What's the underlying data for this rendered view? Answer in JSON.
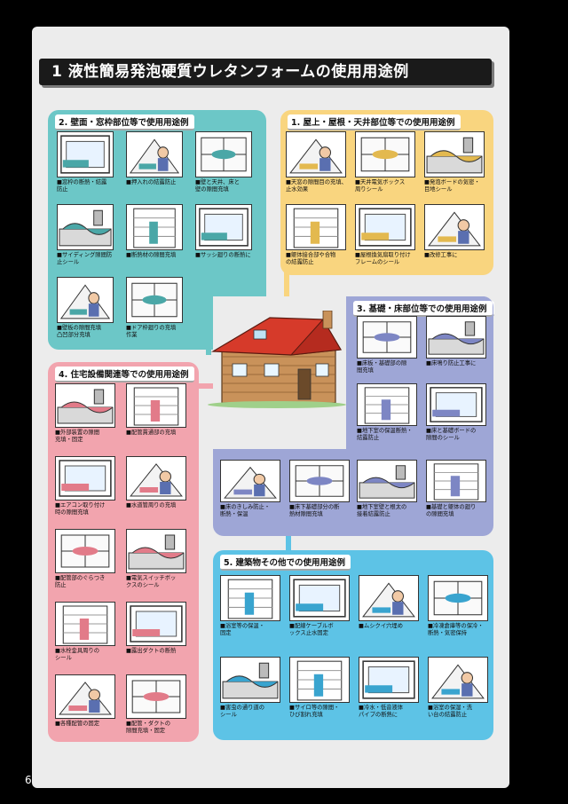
{
  "page": {
    "number": "6",
    "title": "1 液性簡易発泡硬質ウレタンフォームの使用用途例"
  },
  "colors": {
    "wall": "#6cc7c7",
    "roof": "#f9d57f",
    "floor": "#9ea6d6",
    "equipment": "#f2a4ae",
    "other": "#5dc3e6"
  },
  "sections": [
    {
      "id": "wall",
      "title": "2. 壁面・窓枠部位等で使用用途例",
      "items": [
        "■窓枠の断熱・結露\n防止",
        "■押入れの結露防止",
        "■壁と天井、床と\n壁の隙間充填",
        "■サイディング隙間防\n止シール",
        "■断熱材の隙間充填",
        "■サッシ廻りの断熱に",
        "■壁板の隙間充填\n凸凹部分充填",
        "■ドア枠廻りの充填\n作業"
      ]
    },
    {
      "id": "roof",
      "title": "1. 屋上・屋根・天井部位等での使用用途例",
      "items": [
        "■天窓の隙間目の充填、\n止水効果",
        "■天井電気ボックス\n周りシール",
        "■発泡ボードの気密・\n目地シール",
        "■躯体接合部や合物\nの結露防止",
        "■屋根換気扇取り付け\nフレームのシール",
        "■改修工事に"
      ]
    },
    {
      "id": "floor",
      "title": "3. 基礎・床部位等での使用用途例",
      "items": [
        "■床板・基礎部の隙\n間充填",
        "■床鳴り防止工事に",
        "■地下室の保温断熱・\n結露防止",
        "■床と基礎ボードの\n隙間のシール",
        "■床のきしみ防止・\n断熱・保温",
        "■床下基礎部分の断\n熱材隙間充填",
        "■地下室壁と根太の\n接着結露防止",
        "■基礎と躯体の廻り\nの隙間充填"
      ]
    },
    {
      "id": "equipment",
      "title": "4. 住宅設備関連等での使用用途例",
      "items": [
        "■外部装置の隙間\n充填・固定",
        "■配管貫通部の充填",
        "■エアコン取り付け\n時の隙間充填",
        "■水道管周りの充填",
        "■配管部のぐらつき\n防止",
        "■電気スイッチボッ\nクスのシール",
        "■水栓金具周りの\nシール",
        "■露出ダクトの断熱",
        "■各種配管の固定",
        "■配管・ダクトの\n隙間充填・固定"
      ]
    },
    {
      "id": "other",
      "title": "5. 建築物その他での使用用途例",
      "items": [
        "■浴室等の保温・\n固定",
        "■配線ケーブルボ\nックス止水固定",
        "■ムシクイ穴埋め",
        "■冷凍倉庫等の保冷・\n断熱・気密保持",
        "■害虫の通り道の\nシール",
        "■サイロ等の隙間・\nひび割れ充填",
        "■冷水・低音液体\nパイプの断熱に",
        "■浴室の保湿・洗\nい台の結露防止"
      ]
    }
  ]
}
